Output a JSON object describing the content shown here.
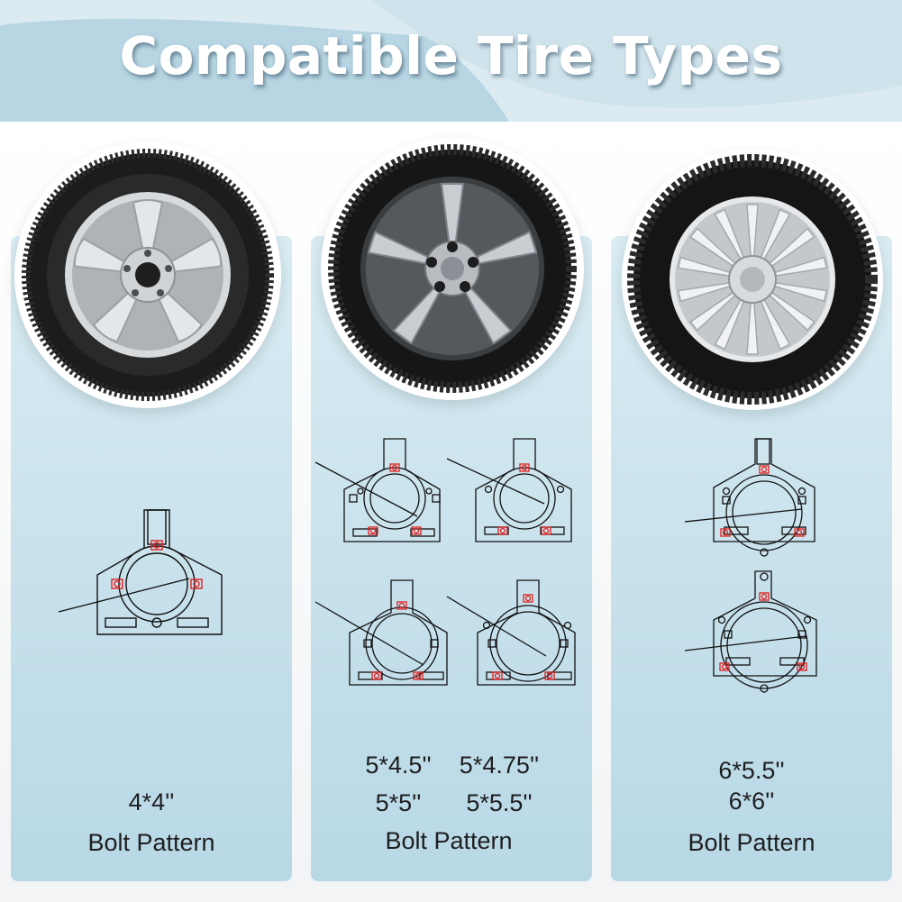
{
  "title": "Compatible Tire Types",
  "colors": {
    "header_light": "#e3eef4",
    "header_dark": "#b9d7e4",
    "panel_top": "#d9ecf3",
    "panel_bottom": "#b8d8e6",
    "bolt_marker": "#e0201e",
    "diagram_line": "#111111"
  },
  "columns": [
    {
      "tire_icon": "five-spoke-silver-wheel-icon",
      "patterns": [
        "4*4''"
      ],
      "caption": "Bolt Pattern"
    },
    {
      "tire_icon": "five-star-dark-wheel-icon",
      "patterns_row1": [
        "5*4.5''",
        "5*4.75''"
      ],
      "patterns_row2": [
        "5*5''",
        "5*5.5''"
      ],
      "caption": "Bolt Pattern"
    },
    {
      "tire_icon": "multi-spoke-hubcap-wheel-icon",
      "patterns": [
        "6*5.5''",
        "6*6''"
      ],
      "caption": "Bolt Pattern"
    }
  ]
}
